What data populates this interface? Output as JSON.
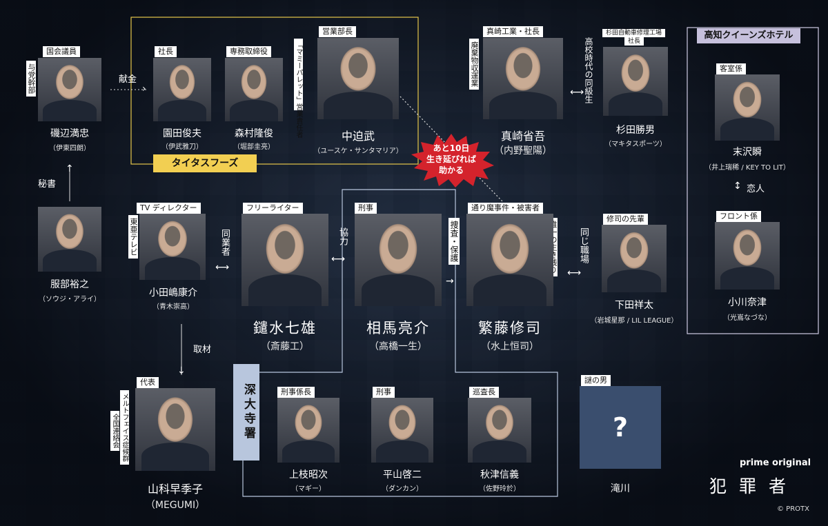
{
  "groups": {
    "titus_foods": "タイタスフーズ",
    "kochi_hotel": "高知クイーンズホテル",
    "fukadaiji": "深大寺署"
  },
  "callout": {
    "line1": "あと10日",
    "line2": "生き延びれば",
    "line3": "助かる",
    "color": "#d4232c"
  },
  "characters": {
    "isobe": {
      "tag": "国会議員",
      "vtag": "与党幹部",
      "name": "磯辺満忠",
      "actor": "（伊東四朗）"
    },
    "sonoda": {
      "tag": "社長",
      "name": "園田俊夫",
      "actor": "（伊武雅刀）"
    },
    "morimura": {
      "tag": "専務取締役",
      "name": "森村隆俊",
      "actor": "（堀部圭亮）"
    },
    "nakasako": {
      "tag": "営業部長",
      "vtag": "「マミーパレット」営業責任者",
      "name": "中迫武",
      "actor": "（ユースケ・サンタマリア）"
    },
    "masaki": {
      "tag": "真崎工業・社長",
      "vtag": "廃棄物収運業",
      "name": "真崎省吾",
      "actor": "（内野聖陽）"
    },
    "sugita": {
      "tag1": "杉田自動車修理工場",
      "tag2": "社長",
      "name": "杉田勝男",
      "actor": "（マキタスポーツ）"
    },
    "suezawa": {
      "tag": "客室係",
      "name": "末沢瞬",
      "actor": "（井上瑞稀 / KEY TO LIT）"
    },
    "hattori": {
      "name": "服部裕之",
      "actor": "（ソウジ・アライ）"
    },
    "odajima": {
      "tag": "TV ディレクター",
      "vtag": "東亜テレビ",
      "name": "小田嶋康介",
      "actor": "（青木崇高）"
    },
    "kagimizu": {
      "tag": "フリーライター",
      "name": "鑓水七雄",
      "actor": "（斎藤工）"
    },
    "soma": {
      "tag": "刑事",
      "name": "相馬亮介",
      "actor": "（高橋一生）"
    },
    "shigefuji": {
      "tag": "通り魔事件・被害者",
      "vtag": "唯一の生き残り",
      "name": "繁藤修司",
      "actor": "（水上恒司）"
    },
    "shimoda": {
      "tag": "修司の先輩",
      "name": "下田祥太",
      "actor": "（岩城星那 / LIL LEAGUE）"
    },
    "ogawa": {
      "tag": "フロント係",
      "name": "小川奈津",
      "actor": "（光嶌なづな）"
    },
    "yamashina": {
      "tag": "代表",
      "vtag1": "メルトフェイス症候群",
      "vtag2": "全国連絡会",
      "name": "山科早季子",
      "actor": "（MEGUMI）"
    },
    "uega": {
      "tag": "刑事係長",
      "name": "上枝昭次",
      "actor": "（マギー）"
    },
    "hirayama": {
      "tag": "刑事",
      "name": "平山啓二",
      "actor": "（ダンカン）"
    },
    "akitsu": {
      "tag": "巡査長",
      "name": "秋津信義",
      "actor": "（佐野玲於）"
    },
    "takigawa": {
      "tag": "謎の男",
      "mark": "?",
      "name": "滝川"
    }
  },
  "relations": {
    "kenkin": "献金",
    "hisho": "秘書",
    "doukyu": "高校時代の同級生",
    "koibito": "恋人",
    "dougyousha": "同業者",
    "kyouryoku": "協力",
    "sousa": "捜査・保護",
    "onaji": "同じ職場",
    "shuzai": "取材"
  },
  "logo": {
    "prime": "prime original",
    "title": "犯罪者",
    "copyright": "© PROTX"
  }
}
